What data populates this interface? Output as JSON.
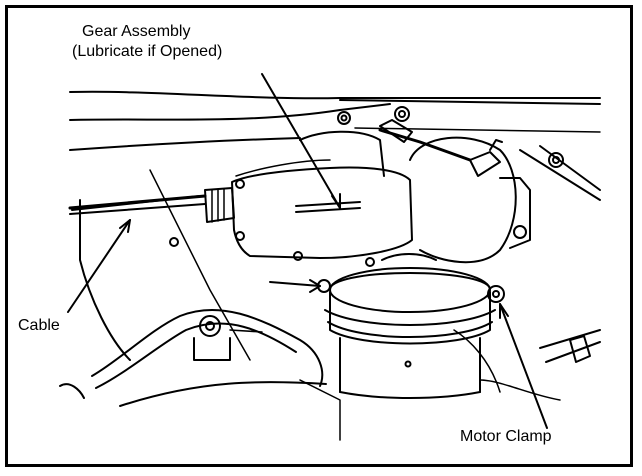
{
  "figure": {
    "labels": {
      "gear_assembly": "Gear Assembly",
      "gear_assembly_note": "(Lubricate if Opened)",
      "cable": "Cable",
      "motor_clamp": "Motor Clamp"
    }
  },
  "colors": {
    "ink": "#000000",
    "paper": "#ffffff"
  }
}
